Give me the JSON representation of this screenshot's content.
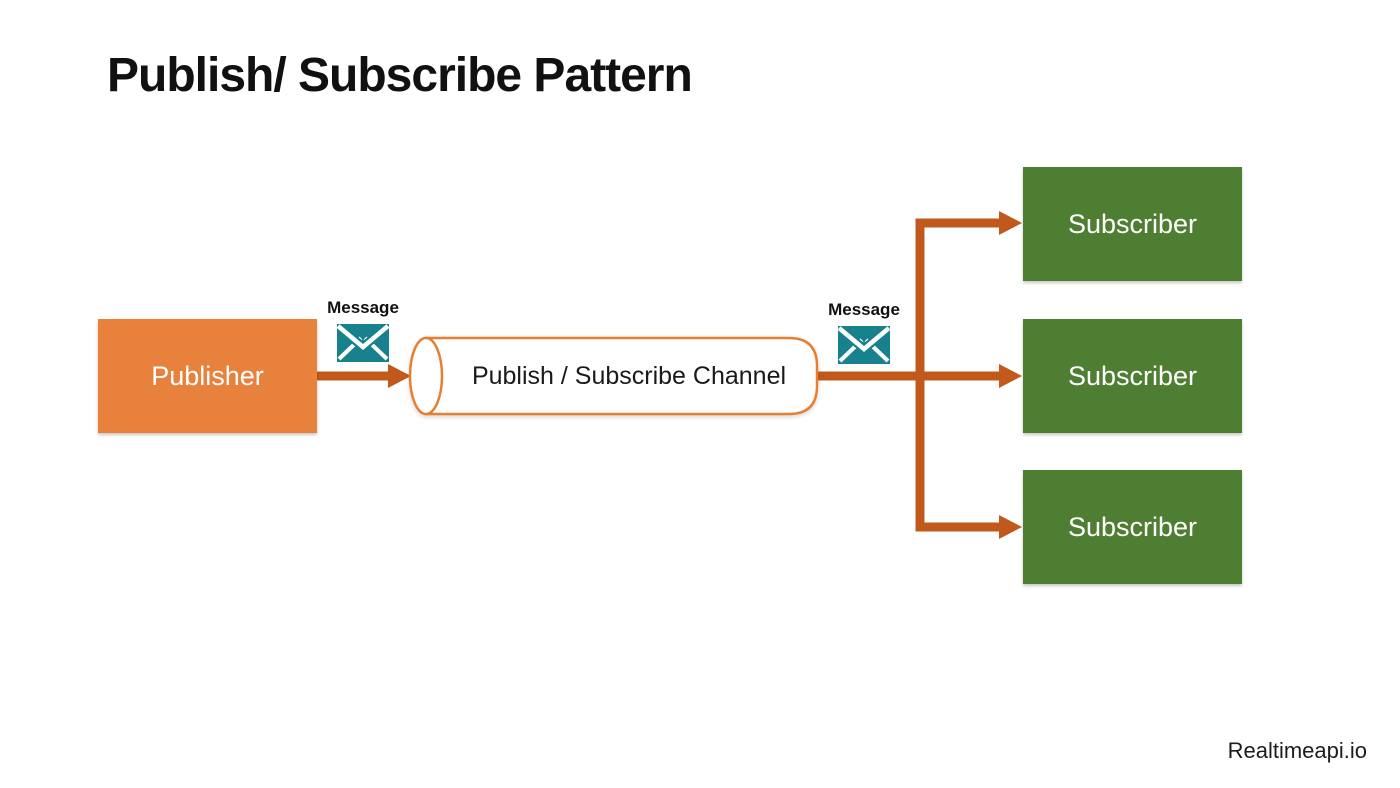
{
  "title": "Publish/ Subscribe Pattern",
  "publisher": {
    "label": "Publisher"
  },
  "channel": {
    "label": "Publish / Subscribe Channel"
  },
  "messages": [
    {
      "label": "Message",
      "icon": "envelope-icon"
    },
    {
      "label": "Message",
      "icon": "envelope-icon"
    }
  ],
  "subscribers": [
    {
      "label": "Subscriber"
    },
    {
      "label": "Subscriber"
    },
    {
      "label": "Subscriber"
    }
  ],
  "footer": {
    "brand": "Realtimeapi.io"
  },
  "colors": {
    "publisher-fill": "#E8813C",
    "subscriber-fill": "#4E7E32",
    "arrow": "#C2591C",
    "envelope": "#17828E",
    "channel-stroke": "#E87E2F"
  }
}
